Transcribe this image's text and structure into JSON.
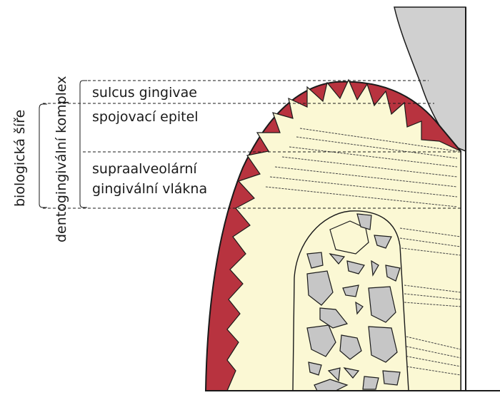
{
  "labels": {
    "sulcus": "sulcus gingivae",
    "epitel": "spojovací epitel",
    "vlakna_line1": "supraalveolární",
    "vlakna_line2": "gingivální vlákna",
    "komplex": "dentogingivální komplex",
    "sire": "biologická šíře"
  },
  "colors": {
    "gingiva": "#b8333f",
    "connective": "#fbf8d4",
    "tooth": "#d6d6d6",
    "enamel": "#d0d0d0",
    "outline": "#1a1a1a",
    "stone": "#c6c6c6"
  }
}
